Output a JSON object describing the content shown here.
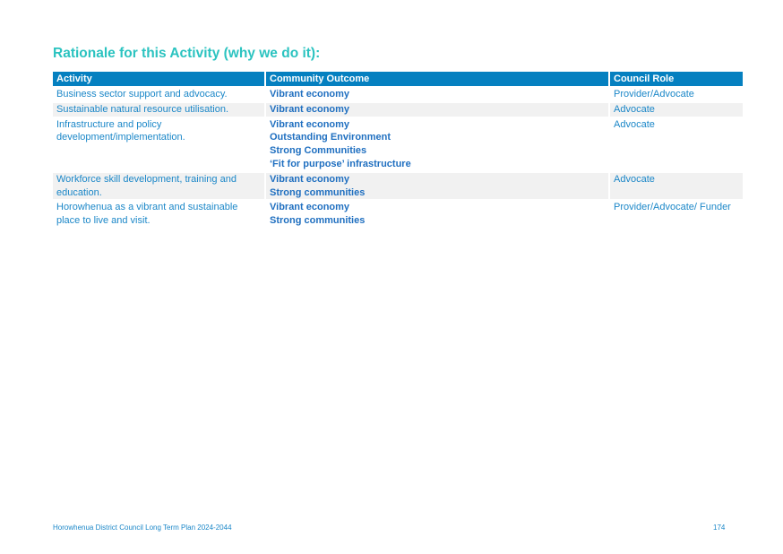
{
  "section": {
    "heading": "Rationale for this Activity (why we do it):"
  },
  "table": {
    "headers": {
      "activity": "Activity",
      "outcome": "Community Outcome",
      "role": "Council Role"
    },
    "rows": [
      {
        "activity": "Business sector support and advocacy.",
        "outcomes": [
          "Vibrant economy"
        ],
        "role": "Provider/Advocate"
      },
      {
        "activity": "Sustainable natural resource utilisation.",
        "outcomes": [
          "Vibrant economy"
        ],
        "role": "Advocate"
      },
      {
        "activity": "Infrastructure and policy development/implementation.",
        "outcomes": [
          "Vibrant economy",
          "Outstanding Environment",
          "Strong Communities",
          "‘Fit for purpose’ infrastructure"
        ],
        "role": "Advocate"
      },
      {
        "activity": "Workforce skill development, training and education.",
        "outcomes": [
          "Vibrant economy",
          "Strong communities"
        ],
        "role": "Advocate"
      },
      {
        "activity": "Horowhenua as a vibrant and sustainable place to live and visit.",
        "outcomes": [
          "Vibrant economy",
          "Strong communities"
        ],
        "role": "Provider/Advocate/ Funder"
      }
    ]
  },
  "footer": {
    "document_title": "Horowhenua District Council Long Term Plan 2024-2044",
    "page_number": "174"
  },
  "colors": {
    "heading": "#2bc3c0",
    "header_background": "#0580c0",
    "body_text": "#1b87c8",
    "outcome_text": "#1f6fc0",
    "row_shade": "#f1f1f1"
  }
}
